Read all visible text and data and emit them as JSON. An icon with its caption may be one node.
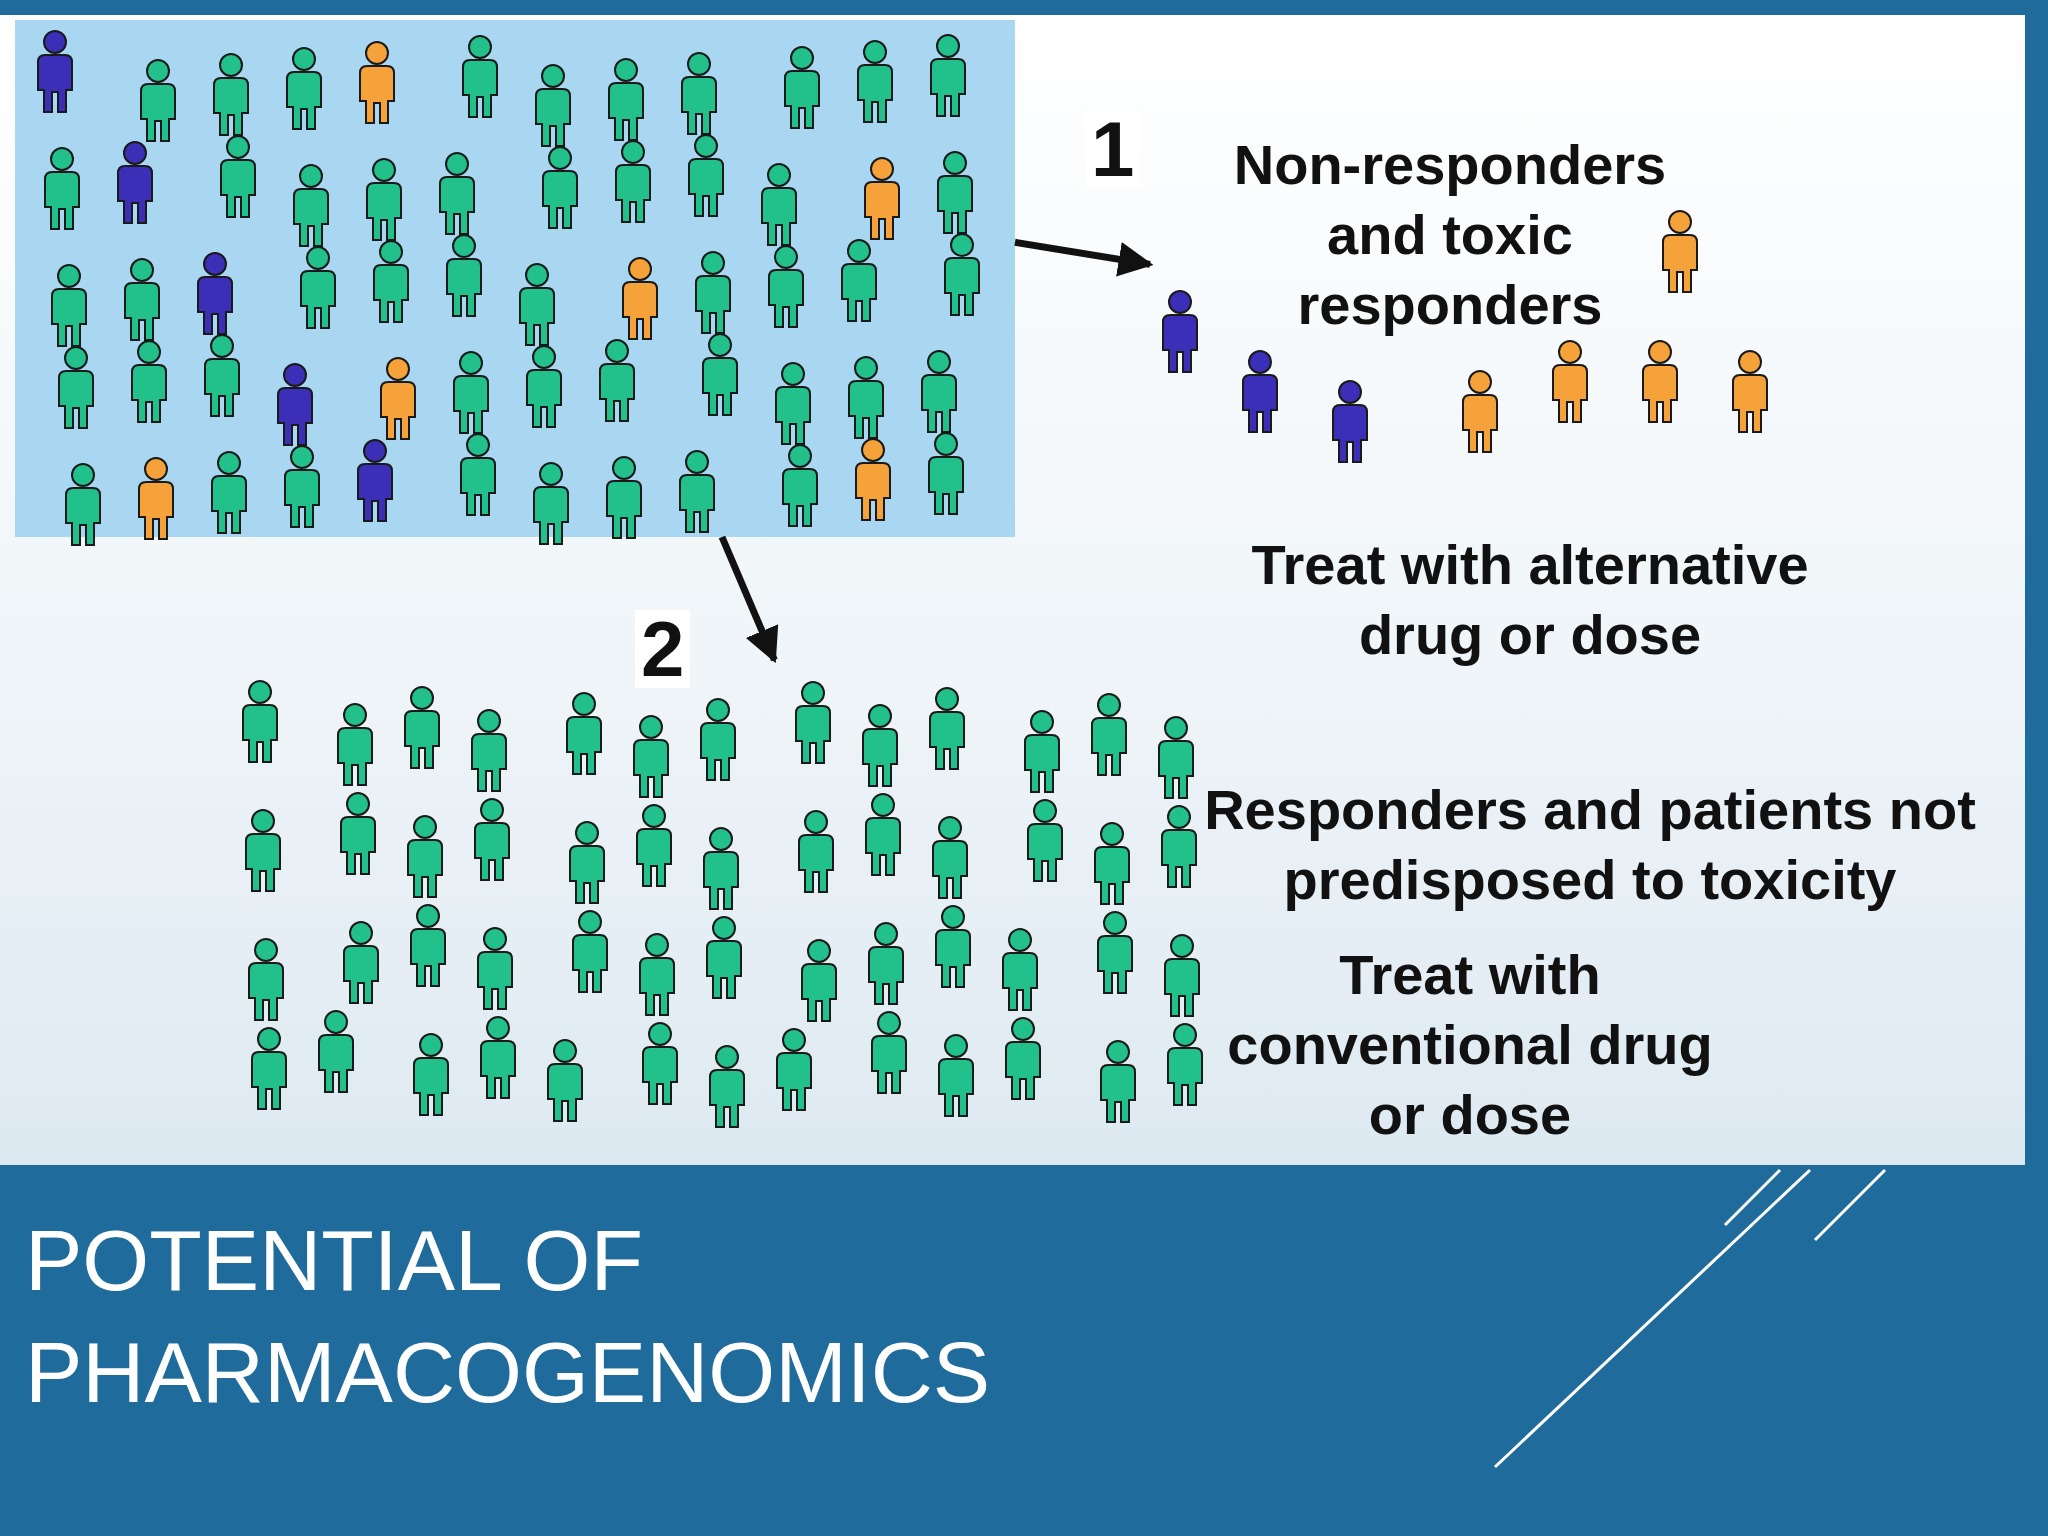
{
  "diagram": {
    "title": "POTENTIAL OF PHARMACOGENOMICS",
    "nodes": [
      {
        "text": [],
        "shape": "picture"
      },
      {
        "text": [
          "Non-responders and toxic responders",
          "Treat with alternative drug or dose"
        ]
      },
      {
        "text": [
          "Responders and patients not predisposed to toxicity",
          "Treat with conventional drug or dose"
        ]
      }
    ],
    "edges": [
      {
        "from": 0,
        "to": 1,
        "arrow": "to",
        "label": "1"
      },
      {
        "from": 0,
        "to": 2,
        "arrow": "to",
        "label": "2"
      }
    ]
  }
}
